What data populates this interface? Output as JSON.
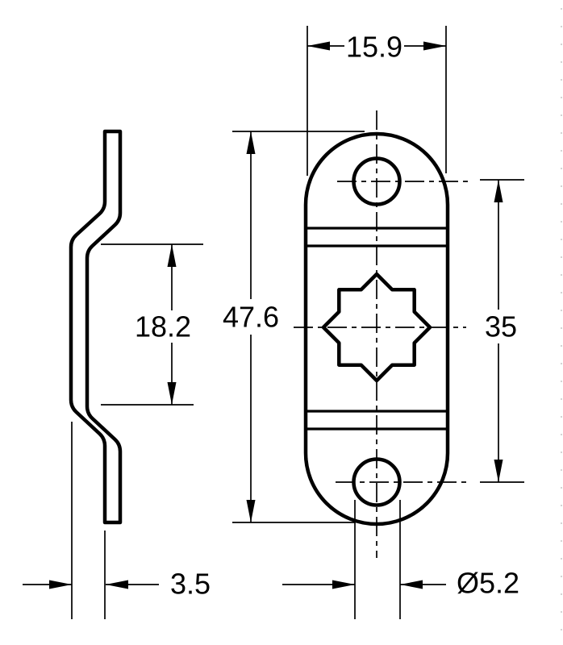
{
  "drawing": {
    "kind": "2-view dimensioned part drawing",
    "colors": {
      "ink": "#000000",
      "paper": "#ffffff"
    }
  },
  "dims": {
    "plate_width": "15.9",
    "plate_height": "47.6",
    "hole_center_spacing": "35",
    "offset_length": "18.2",
    "offset_depth": "3.5",
    "hole_diameter": "Ø5.2"
  }
}
